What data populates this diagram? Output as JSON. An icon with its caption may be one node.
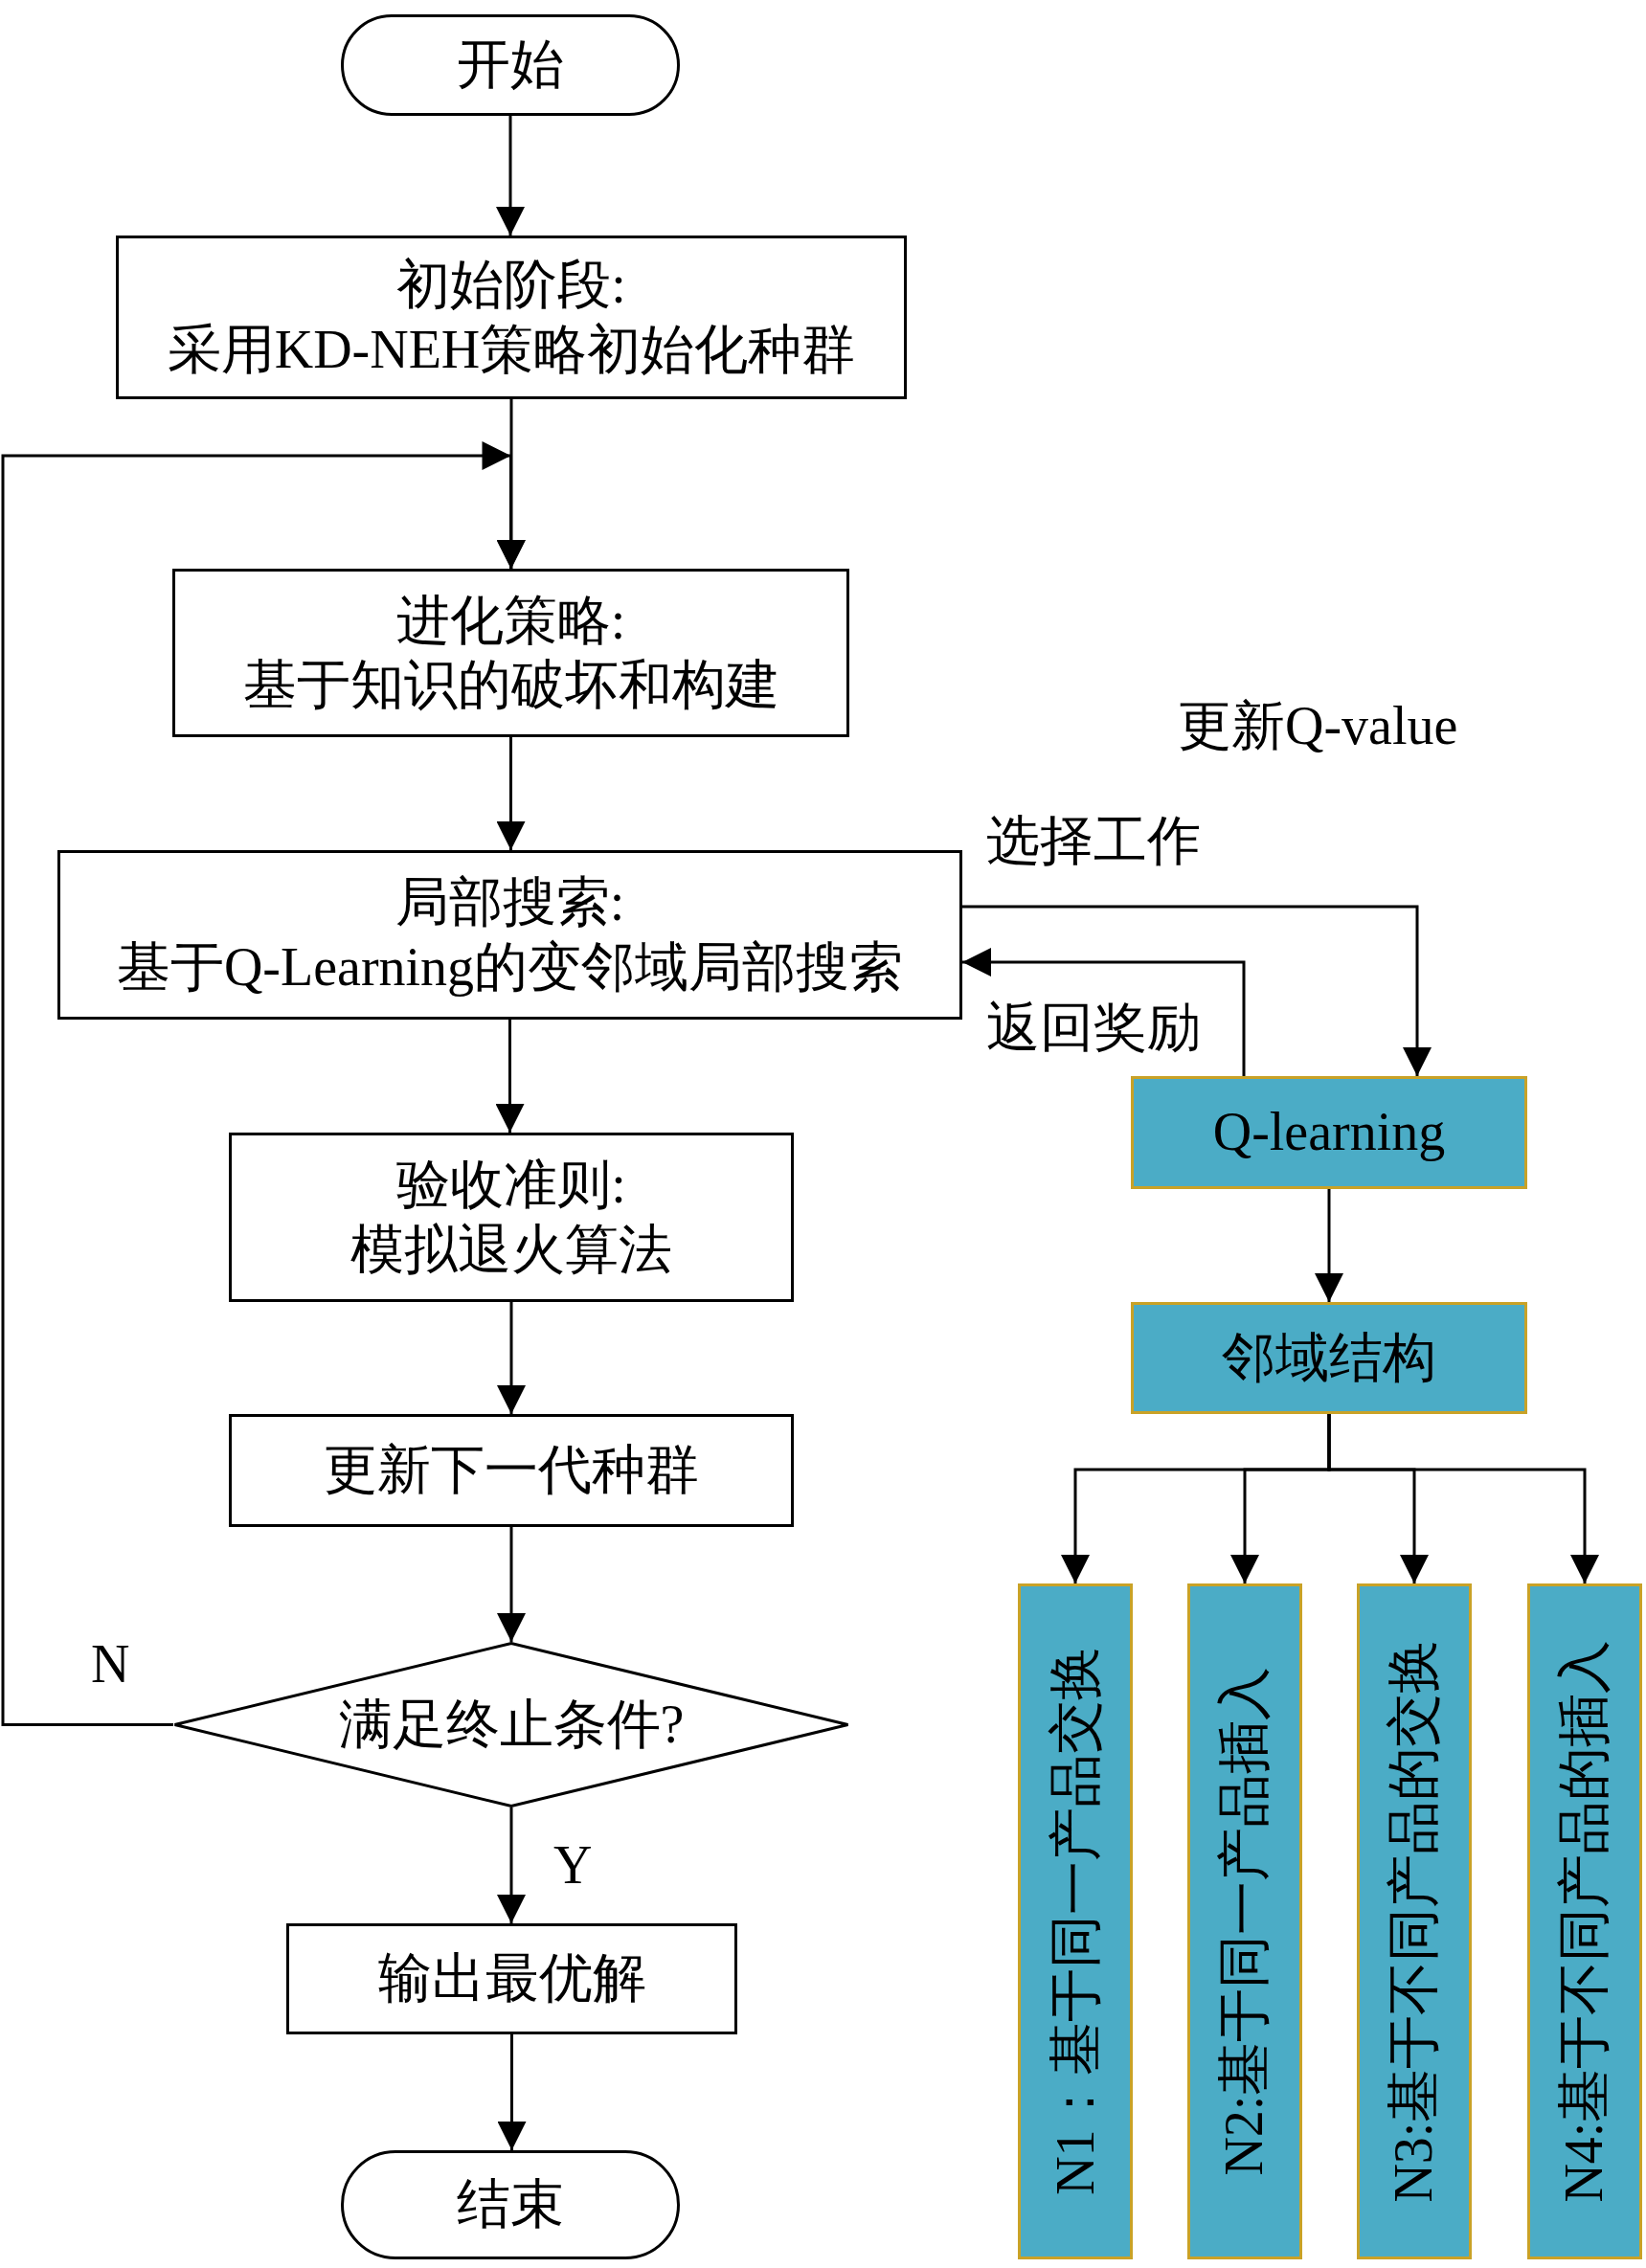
{
  "diagram": {
    "nodes": [
      {
        "text": [
          "开始"
        ]
      },
      {
        "text": [
          "初始阶段:",
          "采用KD-NEH策略初始化种群"
        ]
      },
      {
        "text": [
          "进化策略:",
          "基于知识的破坏和构建"
        ]
      },
      {
        "text": [
          "局部搜索:",
          "基于Q-Learning的变邻域局部搜索"
        ]
      },
      {
        "text": [
          "验收准则:",
          "模拟退火算法"
        ]
      },
      {
        "text": [
          "更新下一代种群"
        ]
      },
      {
        "text": [
          "满足终止条件?"
        ]
      },
      {
        "text": [
          "输出最优解"
        ]
      },
      {
        "text": [
          "结束"
        ]
      },
      {
        "text": [
          "Q-learning"
        ]
      },
      {
        "text": [
          "邻域结构"
        ]
      },
      {
        "text": [
          "N1：基于同一产品交换"
        ]
      },
      {
        "text": [
          "N2:基于同一产品插入"
        ]
      },
      {
        "text": [
          "N3:基于不同产品的交换"
        ]
      },
      {
        "text": [
          "N4:基于不同产品的插入"
        ]
      }
    ],
    "edges": [
      {
        "from": 0,
        "to": 1,
        "arrow": "to"
      },
      {
        "from": 1,
        "to": 2,
        "arrow": "to"
      },
      {
        "from": 2,
        "to": 3,
        "arrow": "to"
      },
      {
        "from": 3,
        "to": 4,
        "arrow": "to"
      },
      {
        "from": 4,
        "to": 5,
        "arrow": "to"
      },
      {
        "from": 5,
        "to": 6,
        "arrow": "to"
      },
      {
        "from": 6,
        "to": 7,
        "label": "Y",
        "arrow": "to"
      },
      {
        "from": 7,
        "to": 8,
        "arrow": "to"
      },
      {
        "from": 6,
        "to": 2,
        "label": "N",
        "arrow": "to"
      },
      {
        "from": 3,
        "to": 9,
        "label": "选择工作",
        "arrow": "to"
      },
      {
        "from": 9,
        "to": 3,
        "label": "返回奖励",
        "arrow": "to"
      },
      {
        "from": 9,
        "to": 10,
        "arrow": "to"
      },
      {
        "from": 10,
        "to": 11,
        "arrow": "to"
      },
      {
        "from": 10,
        "to": 12,
        "arrow": "to"
      },
      {
        "from": 10,
        "to": 13,
        "arrow": "to"
      },
      {
        "from": 10,
        "to": 14,
        "arrow": "to"
      }
    ],
    "labels": [
      "更新Q-value"
    ]
  }
}
